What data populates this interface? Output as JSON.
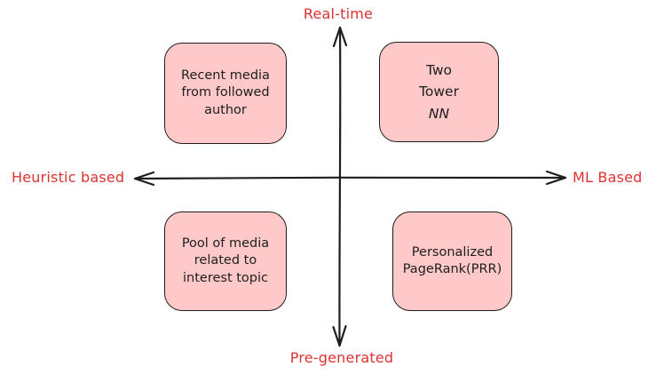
{
  "diagram": {
    "title": "recommendation-candidate-sources-quadrant",
    "axes": {
      "top": "Real-time",
      "bottom": "Pre-generated",
      "left": "Heuristic based",
      "right": "ML Based"
    },
    "quadrants": {
      "top_left": {
        "lines": [
          "Recent media",
          "from followed",
          "author"
        ]
      },
      "top_right": {
        "lines": [
          "Two",
          "Tower",
          "NN"
        ]
      },
      "bottom_left": {
        "lines": [
          "Pool of media",
          "related to",
          "interest topic"
        ]
      },
      "bottom_right": {
        "lines": [
          "Personalized",
          "PageRank(PRR)"
        ]
      }
    },
    "colors": {
      "box_fill": "#FFC9C9",
      "stroke": "#1e1e1e",
      "axis_label_red": "#E03131",
      "background": "#ffffff"
    }
  }
}
